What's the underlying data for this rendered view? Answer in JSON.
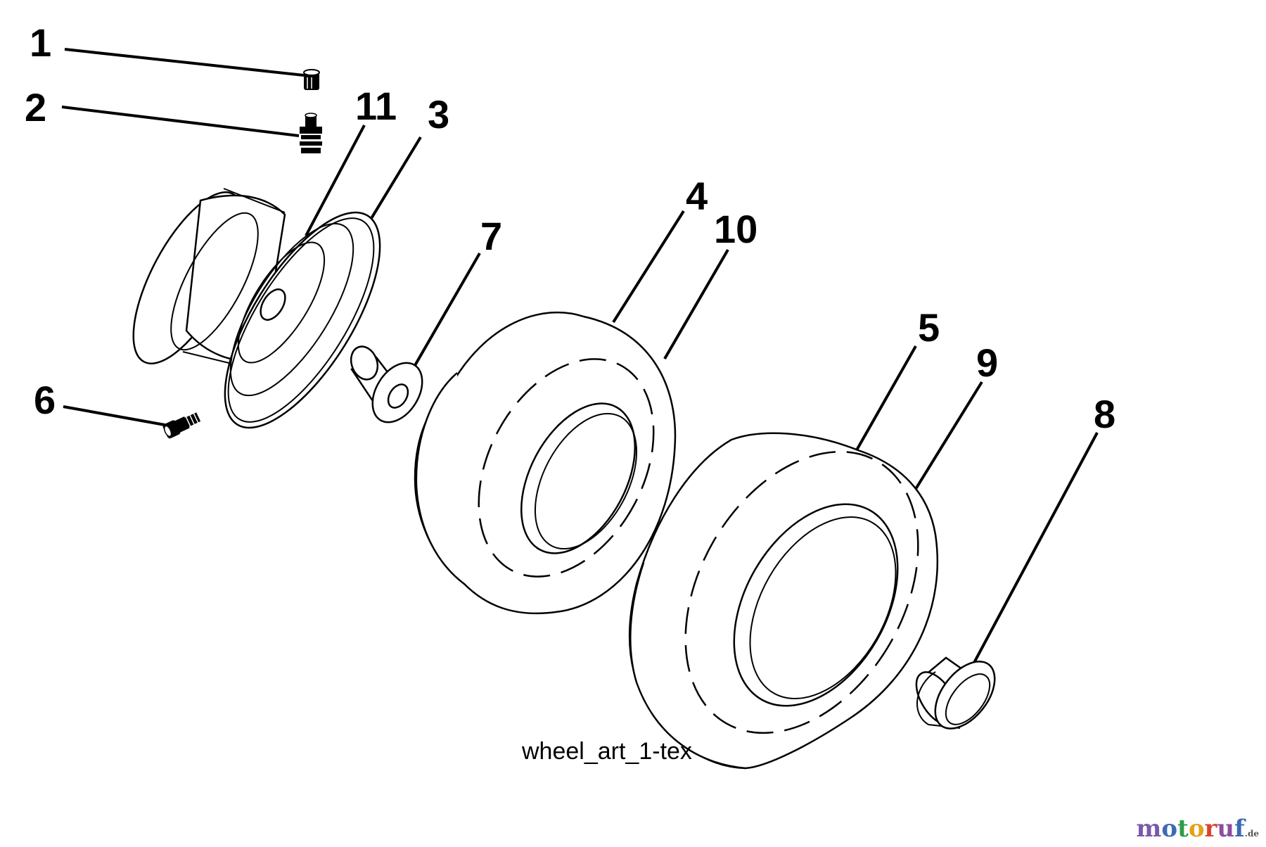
{
  "diagram": {
    "callouts": [
      "1",
      "2",
      "11",
      "3",
      "6",
      "7",
      "4",
      "10",
      "5",
      "9",
      "8"
    ],
    "caption": "wheel_art_1-tex"
  },
  "watermark": {
    "text": "motoruf",
    "suffix": ".de",
    "colors": [
      "#7a5aa8",
      "#3c6ab4",
      "#2f9a4a",
      "#e3a21a",
      "#d8452b",
      "#8a4ea0",
      "#3c6ab4"
    ]
  }
}
